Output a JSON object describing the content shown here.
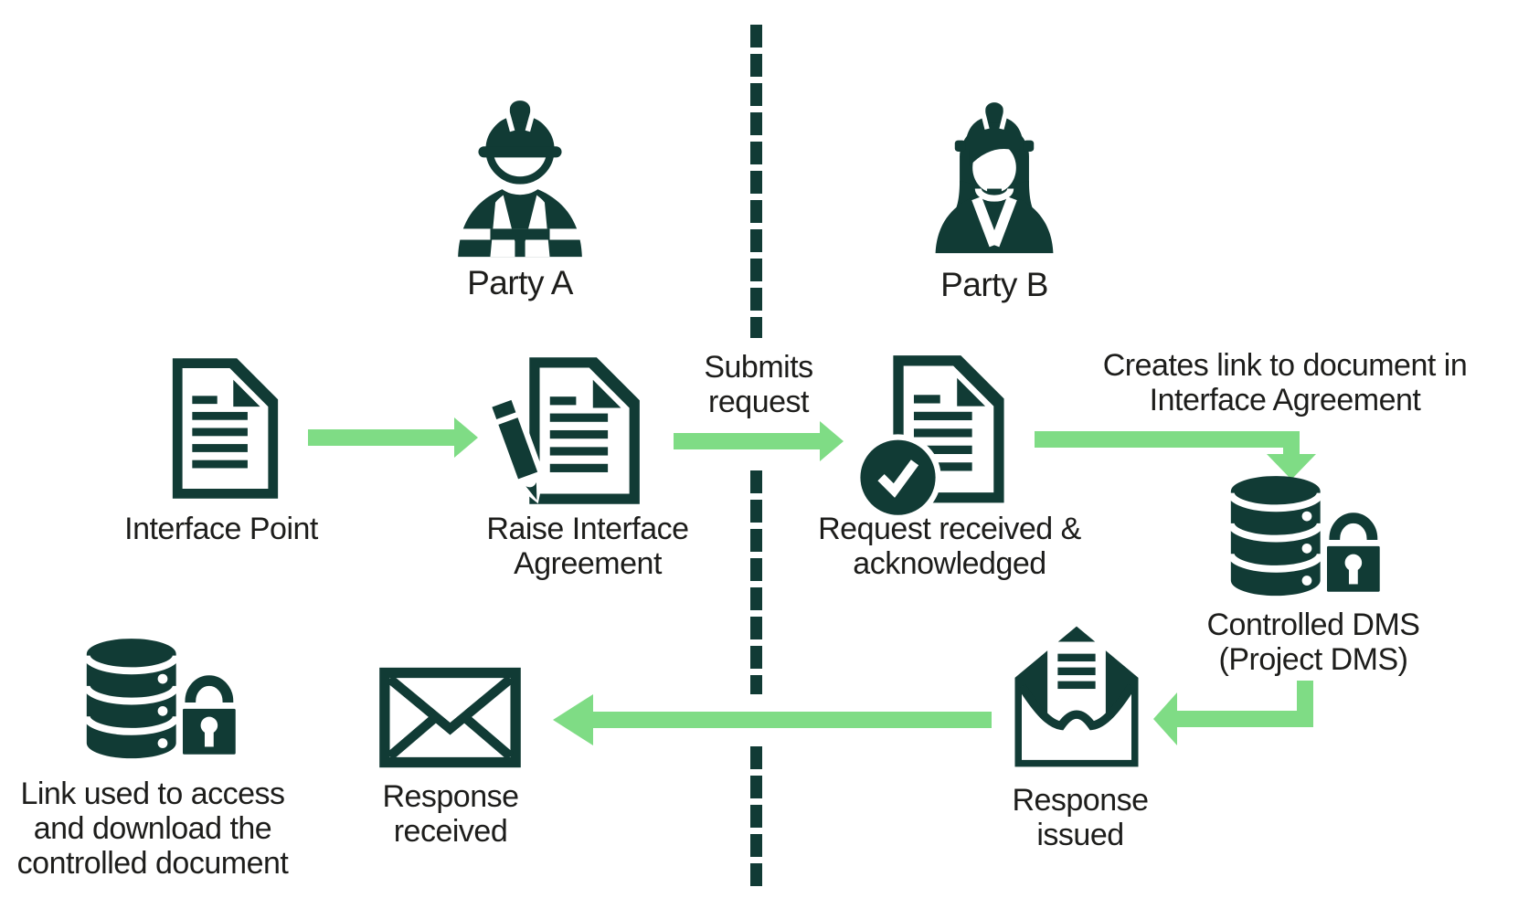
{
  "colors": {
    "dark": "#113B35",
    "green": "#7FDC85",
    "text": "#1D1D1B",
    "background": "#FFFFFF"
  },
  "parties": {
    "a": {
      "label": "Party A",
      "icon": "worker-male-hardhat-icon"
    },
    "b": {
      "label": "Party B",
      "icon": "worker-female-hardhat-icon"
    }
  },
  "divider": {
    "icon": "dashed-divider-line"
  },
  "nodes": {
    "interface_point": {
      "label": "Interface Point",
      "icon": "document-icon"
    },
    "raise_agreement": {
      "lines": [
        "Raise Interface",
        "Agreement"
      ],
      "icon": "document-pencil-icon"
    },
    "request_received": {
      "lines": [
        "Request received &",
        "acknowledged"
      ],
      "icon": "document-check-icon"
    },
    "controlled_dms": {
      "lines": [
        "Controlled DMS",
        "(Project DMS)"
      ],
      "icon": "database-lock-icon"
    },
    "response_issued": {
      "lines": [
        "Response",
        "issued"
      ],
      "icon": "open-envelope-letter-icon"
    },
    "response_received": {
      "lines": [
        "Response",
        "received"
      ],
      "icon": "closed-envelope-icon"
    },
    "link_used": {
      "lines": [
        "Link used to access",
        "and download the",
        "controlled document"
      ],
      "icon": "database-lock-icon"
    }
  },
  "arrows": {
    "submits_request": {
      "lines": [
        "Submits",
        "request"
      ]
    },
    "creates_link": {
      "lines": [
        "Creates link to document in",
        "Interface Agreement"
      ]
    }
  }
}
